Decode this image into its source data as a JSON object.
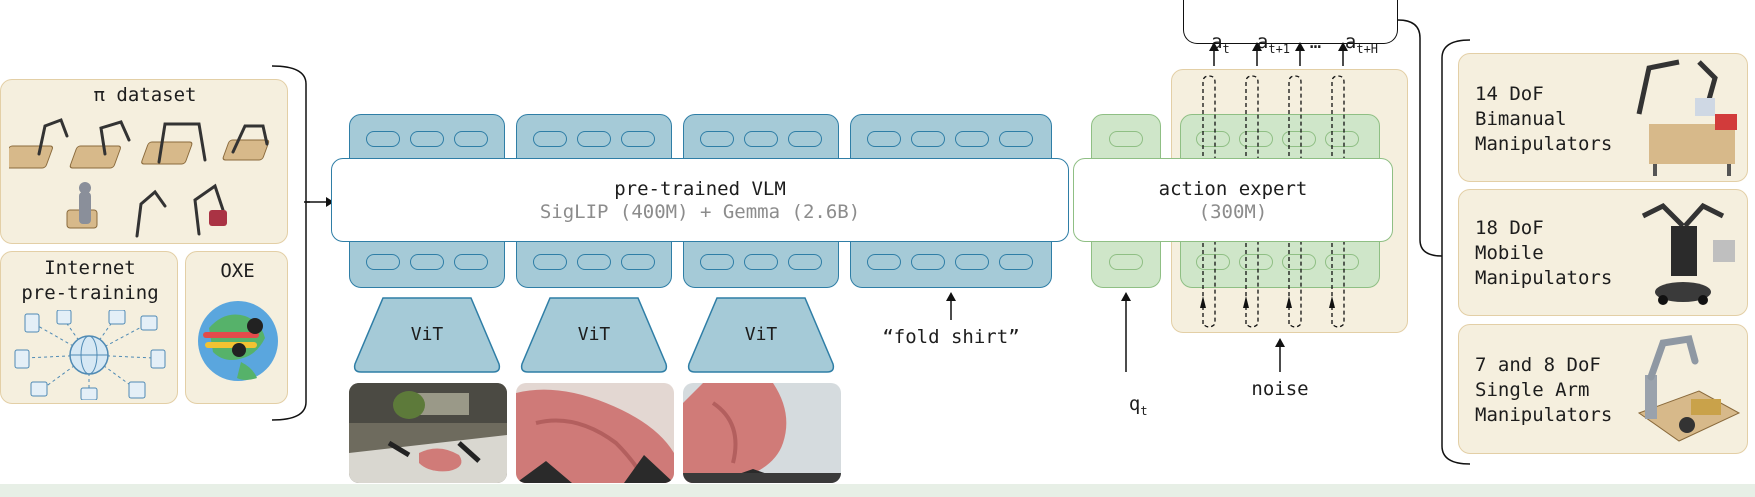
{
  "left_panel": {
    "dataset_title": "π dataset",
    "internet_title": "Internet\npre-training",
    "oxe_title": "OXE"
  },
  "vlm": {
    "title": "pre-trained VLM",
    "subtitle": "SigLIP (400M) + Gemma (2.6B)"
  },
  "vit_label": "ViT",
  "language_prompt": "“fold shirt”",
  "action_expert": {
    "title": "action expert",
    "subtitle": "(300M)"
  },
  "state_label": "q",
  "state_sub": "t",
  "noise_label": "noise",
  "actions": [
    {
      "base": "a",
      "sub": "t"
    },
    {
      "base": "a",
      "sub": "t+1"
    },
    {
      "base": "…",
      "sub": ""
    },
    {
      "base": "a",
      "sub": "t+H"
    }
  ],
  "robots": [
    {
      "label": "14 DoF\nBimanual\nManipulators"
    },
    {
      "label": "18 DoF\nMobile\nManipulators"
    },
    {
      "label": "7 and 8 DoF\nSingle Arm\nManipulators"
    }
  ],
  "colors": {
    "vlm_blue": "#a5cad7",
    "vlm_border": "#2f7ea6",
    "expert_green": "#cfe6c9",
    "expert_border": "#8fbf84",
    "cream": "#f5efde"
  }
}
